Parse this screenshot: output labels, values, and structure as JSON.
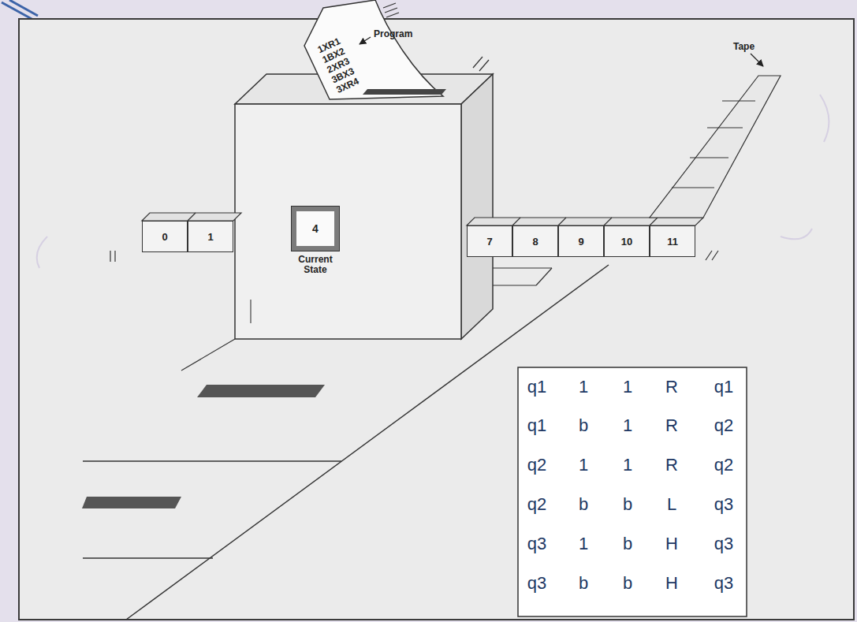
{
  "diagram": {
    "nodes": [
      {
        "text": [
          "1XR1 1BX2 2XR3 3BX3 3XR4"
        ]
      },
      {
        "text": [
          "0"
        ]
      },
      {
        "text": [
          "1"
        ]
      },
      {
        "text": [
          "4",
          "Current State"
        ]
      },
      {
        "text": [
          "7"
        ]
      },
      {
        "text": [
          "8"
        ]
      },
      {
        "text": [
          "9"
        ]
      },
      {
        "text": [
          "10"
        ]
      },
      {
        "text": [
          "11"
        ]
      }
    ],
    "labels": [
      "Program",
      "Tape",
      "q1",
      "1",
      "1",
      "R",
      "q1",
      "q1",
      "b",
      "1",
      "R",
      "q2",
      "q2",
      "1",
      "1",
      "R",
      "q2",
      "q2",
      "b",
      "b",
      "L",
      "q3",
      "q3",
      "1",
      "b",
      "H",
      "q3",
      "q3",
      "b",
      "b",
      "H",
      "q3"
    ]
  }
}
